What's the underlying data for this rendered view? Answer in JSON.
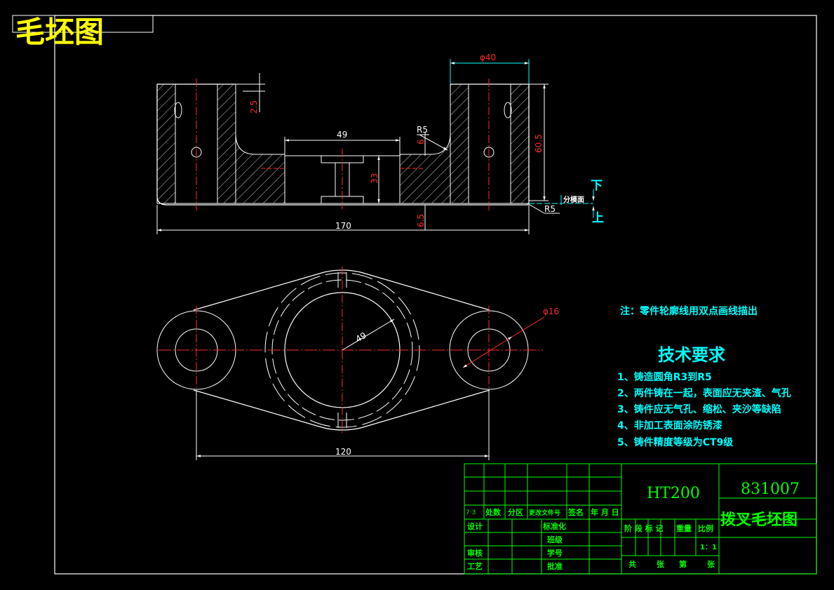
{
  "drawing": {
    "title": "毛坯图",
    "colors": {
      "background": "#000000",
      "outline": "#ffffff",
      "centerline": "#ff2a2a",
      "dimension": "#ffffff",
      "note": "#00ffff",
      "title_accent": "#ffff00",
      "titleblock": "#00ff00"
    }
  },
  "front_view": {
    "dims": {
      "overall_width": "170",
      "bore_dia": "φ40",
      "inner_width": "49",
      "web_height": "33",
      "top_step": "2.5",
      "fillet_height": "6",
      "right_height": "60.5",
      "bottom_step": "6.5",
      "fillet_radius_top": "R5",
      "fillet_radius_bottom": "R5"
    },
    "parting_label": "分模面",
    "parting_upper": "下",
    "parting_lower": "上"
  },
  "plan_view": {
    "dims": {
      "center_distance": "120",
      "hole_dia": "φ16",
      "bore_radius": "49"
    }
  },
  "notes": {
    "outline_note": "注：零件轮廓线用双点画线描出",
    "requirements_title": "技术要求",
    "items": [
      "1、铸造圆角R3到R5",
      "2、两件铸在一起，表面应无夹渣、气孔",
      "3、铸件应无气孔、缩松、夹沙等缺陷",
      "4、非加工表面涂防锈漆",
      "5、铸件精度等级为CT9级"
    ]
  },
  "title_block": {
    "material": "HT200",
    "drawing_number": "831007",
    "drawing_name": "拨叉毛坯图",
    "row_labels": [
      "7·3",
      "处数",
      "分区",
      "更改文件号",
      "签名",
      "年 月 日"
    ],
    "design": "设计",
    "standardize": "标准化",
    "class_label": "班级",
    "review": "审核",
    "student_no": "学号",
    "process": "工艺",
    "approve": "批准",
    "stage_mark": "阶 段 标 记",
    "weight": "重量",
    "scale_label": "比例",
    "scale_value": "1：1",
    "sheets_total": "共",
    "sheets_unit": "张",
    "sheet_no": "第",
    "sheet_unit2": "张"
  }
}
